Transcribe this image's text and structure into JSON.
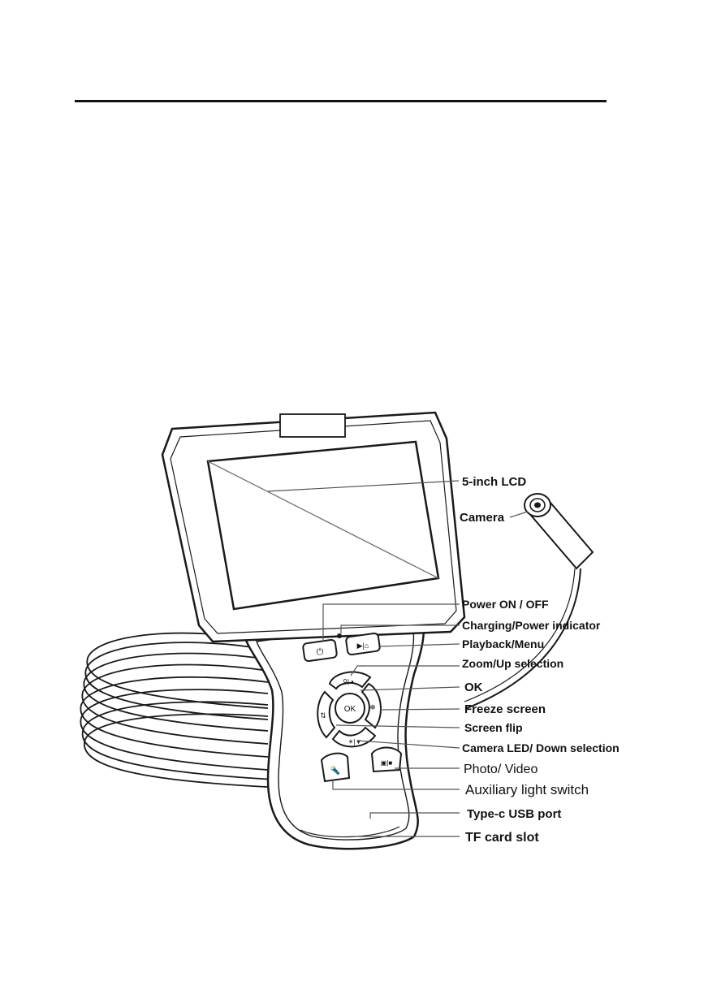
{
  "diagram": {
    "labels": {
      "lcd": "5-inch LCD",
      "camera": "Camera",
      "power": "Power ON / OFF",
      "charging": "Charging/Power indicator",
      "playback": "Playback/Menu",
      "zoom": "Zoom/Up selection",
      "ok": "OK",
      "freeze": "Freeze screen",
      "flip": "Screen flip",
      "camera_led": "Camera LED/ Down selection",
      "photo": "Photo/ Video",
      "aux": "Auxiliary light switch",
      "usb": "Type-c USB port",
      "tf": "TF card slot"
    },
    "button_glyphs": {
      "ok": "OK",
      "power": "⏻",
      "playback": "▶|⌂",
      "zoom": "⚲|▲",
      "freeze": "❄",
      "flip": "⇅",
      "led": "☀|▼",
      "photo": "▣|■",
      "aux": "🔦"
    },
    "colors": {
      "line": "#1a1a1a",
      "leader": "#555555",
      "fill": "#ffffff"
    }
  }
}
